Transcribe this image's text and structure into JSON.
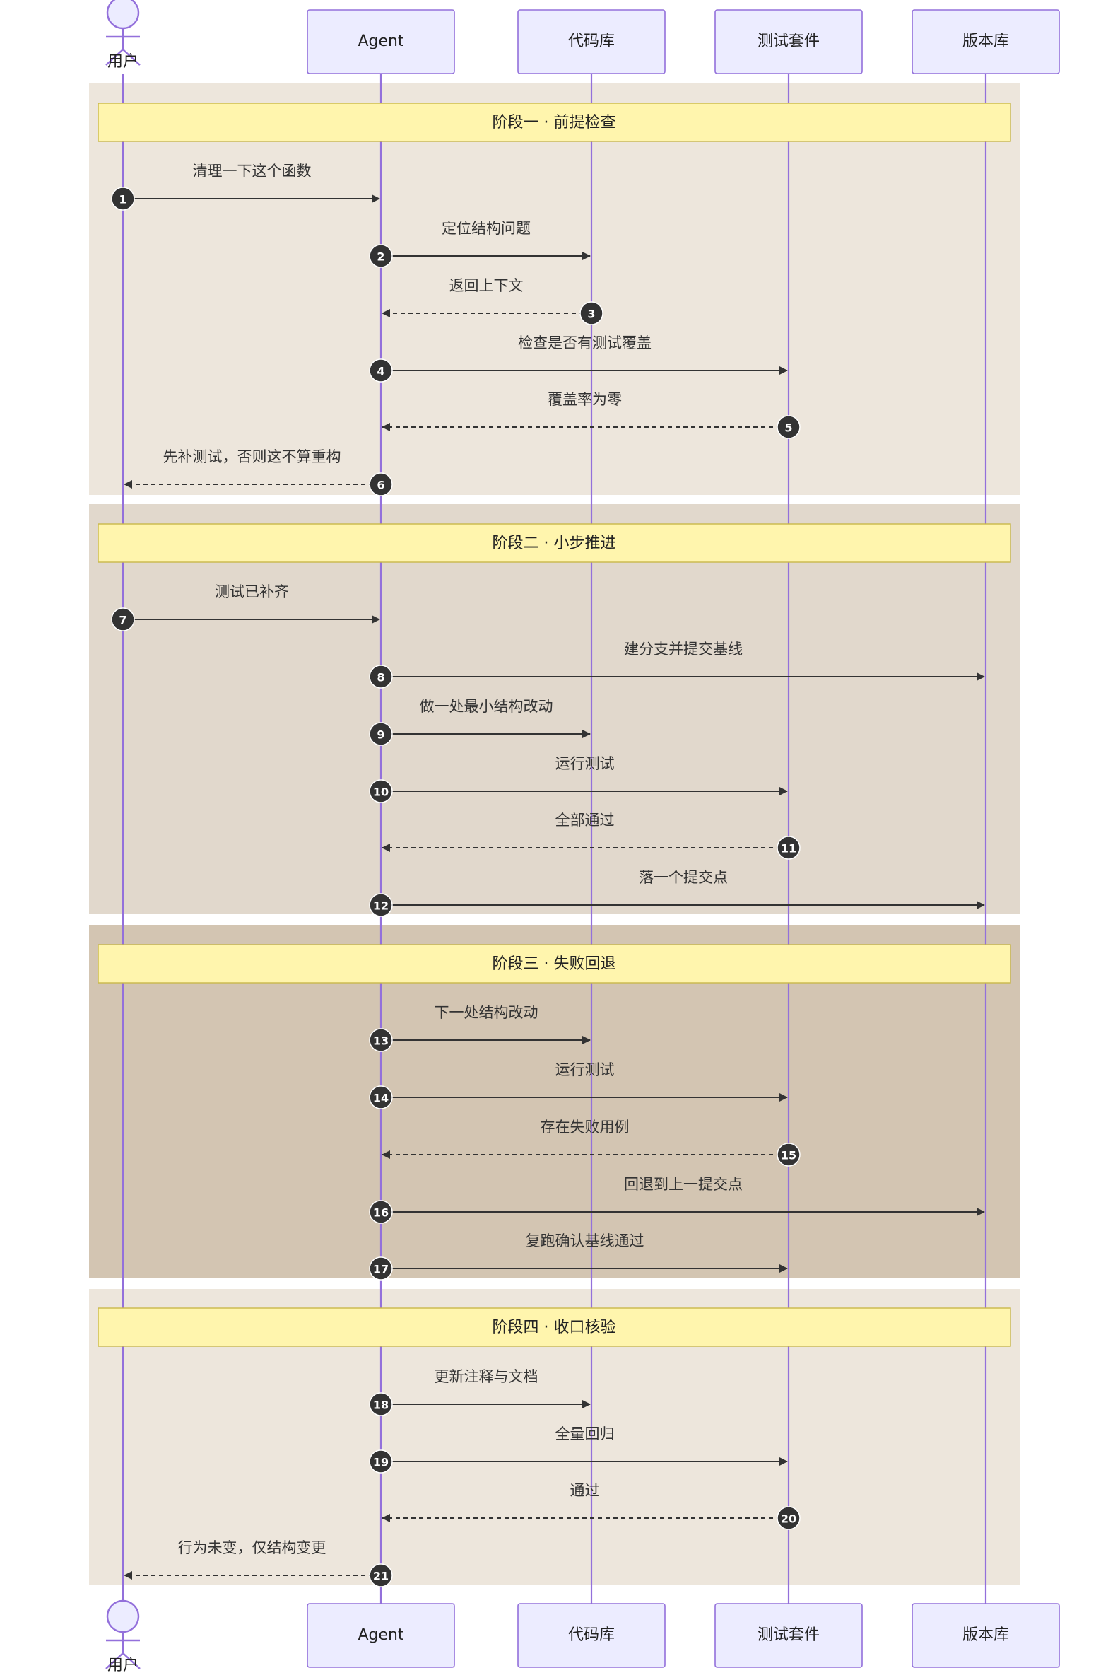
{
  "participants": [
    {
      "id": "user",
      "label": "用户",
      "kind": "actor"
    },
    {
      "id": "agent",
      "label": "Agent",
      "kind": "box"
    },
    {
      "id": "repo",
      "label": "代码库",
      "kind": "box"
    },
    {
      "id": "tests",
      "label": "测试套件",
      "kind": "box"
    },
    {
      "id": "vcs",
      "label": "版本库",
      "kind": "box"
    }
  ],
  "phases": [
    {
      "title": "阶段一 · 前提检查",
      "color": "#ede6dc",
      "messages": [
        {
          "n": "1",
          "from": "user",
          "to": "agent",
          "text": "清理一下这个函数",
          "dashed": false
        },
        {
          "n": "2",
          "from": "agent",
          "to": "repo",
          "text": "定位结构问题",
          "dashed": false
        },
        {
          "n": "3",
          "from": "repo",
          "to": "agent",
          "text": "返回上下文",
          "dashed": true
        },
        {
          "n": "4",
          "from": "agent",
          "to": "tests",
          "text": "检查是否有测试覆盖",
          "dashed": false
        },
        {
          "n": "5",
          "from": "tests",
          "to": "agent",
          "text": "覆盖率为零",
          "dashed": true
        },
        {
          "n": "6",
          "from": "agent",
          "to": "user",
          "text": "先补测试，否则这不算重构",
          "dashed": true
        }
      ]
    },
    {
      "title": "阶段二 · 小步推进",
      "color": "#e1d8cc",
      "messages": [
        {
          "n": "7",
          "from": "user",
          "to": "agent",
          "text": "测试已补齐",
          "dashed": false
        },
        {
          "n": "8",
          "from": "agent",
          "to": "vcs",
          "text": "建分支并提交基线",
          "dashed": false
        },
        {
          "n": "9",
          "from": "agent",
          "to": "repo",
          "text": "做一处最小结构改动",
          "dashed": false
        },
        {
          "n": "10",
          "from": "agent",
          "to": "tests",
          "text": "运行测试",
          "dashed": false
        },
        {
          "n": "11",
          "from": "tests",
          "to": "agent",
          "text": "全部通过",
          "dashed": true
        },
        {
          "n": "12",
          "from": "agent",
          "to": "vcs",
          "text": "落一个提交点",
          "dashed": false
        }
      ]
    },
    {
      "title": "阶段三 · 失败回退",
      "color": "#d3c5b2",
      "messages": [
        {
          "n": "13",
          "from": "agent",
          "to": "repo",
          "text": "下一处结构改动",
          "dashed": false
        },
        {
          "n": "14",
          "from": "agent",
          "to": "tests",
          "text": "运行测试",
          "dashed": false
        },
        {
          "n": "15",
          "from": "tests",
          "to": "agent",
          "text": "存在失败用例",
          "dashed": true
        },
        {
          "n": "16",
          "from": "agent",
          "to": "vcs",
          "text": "回退到上一提交点",
          "dashed": false
        },
        {
          "n": "17",
          "from": "agent",
          "to": "tests",
          "text": "复跑确认基线通过",
          "dashed": false
        }
      ]
    },
    {
      "title": "阶段四 · 收口核验",
      "color": "#ede6dc",
      "messages": [
        {
          "n": "18",
          "from": "agent",
          "to": "repo",
          "text": "更新注释与文档",
          "dashed": false
        },
        {
          "n": "19",
          "from": "agent",
          "to": "tests",
          "text": "全量回归",
          "dashed": false
        },
        {
          "n": "20",
          "from": "tests",
          "to": "agent",
          "text": "通过",
          "dashed": true
        },
        {
          "n": "21",
          "from": "agent",
          "to": "user",
          "text": "行为未变，仅结构变更",
          "dashed": true
        }
      ]
    }
  ],
  "colors": {
    "lifeline": "#9370db",
    "actor_fill": "#ececff",
    "note_fill": "#fff5ad",
    "arrow": "#333333"
  }
}
